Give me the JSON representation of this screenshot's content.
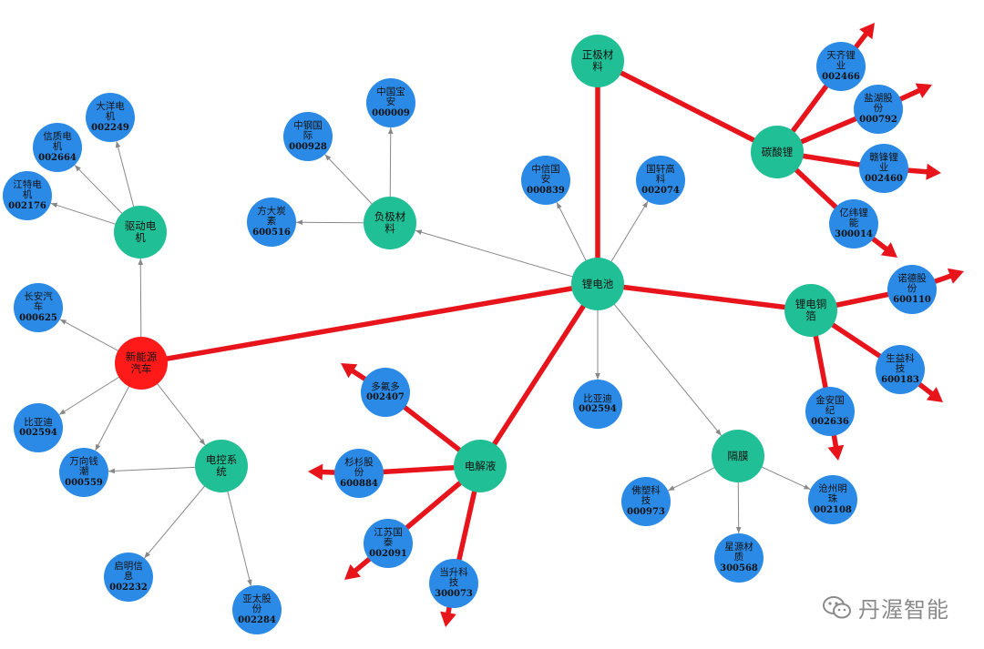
{
  "colors": {
    "root": "#ff1a1a",
    "category": "#20bf95",
    "company": "#2b8ae6",
    "strong_edge": "#e8141b",
    "weak_edge": "#888888"
  },
  "nodes": [
    {
      "id": "ev",
      "kind": "root",
      "lines": [
        "新能源",
        "汽车"
      ]
    },
    {
      "id": "drive",
      "kind": "category",
      "lines": [
        "驱动电",
        "机"
      ]
    },
    {
      "id": "ecu",
      "kind": "category",
      "lines": [
        "电控系",
        "统"
      ]
    },
    {
      "id": "libat",
      "kind": "category",
      "lines": [
        "锂电池"
      ]
    },
    {
      "id": "anode",
      "kind": "category",
      "lines": [
        "负极材",
        "料"
      ]
    },
    {
      "id": "cathode",
      "kind": "category",
      "lines": [
        "正极材",
        "料"
      ]
    },
    {
      "id": "li2co3",
      "kind": "category",
      "lines": [
        "碳酸锂"
      ]
    },
    {
      "id": "cufoil",
      "kind": "category",
      "lines": [
        "锂电铜",
        "箔"
      ]
    },
    {
      "id": "electrolyte",
      "kind": "category",
      "lines": [
        "电解液"
      ]
    },
    {
      "id": "separator",
      "kind": "category",
      "lines": [
        "隔膜"
      ]
    },
    {
      "id": "dayang",
      "kind": "company",
      "lines": [
        "大洋电",
        "机"
      ],
      "code": "002249"
    },
    {
      "id": "xinzhi",
      "kind": "company",
      "lines": [
        "信质电",
        "机"
      ],
      "code": "002664"
    },
    {
      "id": "jiangte",
      "kind": "company",
      "lines": [
        "江特电",
        "机"
      ],
      "code": "002176"
    },
    {
      "id": "changan",
      "kind": "company",
      "lines": [
        "长安汽",
        "车"
      ],
      "code": "000625"
    },
    {
      "id": "byd1",
      "kind": "company",
      "lines": [
        "比亚迪"
      ],
      "code": "002594"
    },
    {
      "id": "wanxiang",
      "kind": "company",
      "lines": [
        "万向钱",
        "潮"
      ],
      "code": "000559"
    },
    {
      "id": "qiming",
      "kind": "company",
      "lines": [
        "启明信",
        "息"
      ],
      "code": "002232"
    },
    {
      "id": "yatai",
      "kind": "company",
      "lines": [
        "亚太股",
        "份"
      ],
      "code": "002284"
    },
    {
      "id": "zhonggang",
      "kind": "company",
      "lines": [
        "中钢国",
        "际"
      ],
      "code": "000928"
    },
    {
      "id": "zhongbaoan",
      "kind": "company",
      "lines": [
        "中国宝",
        "安"
      ],
      "code": "000009"
    },
    {
      "id": "fangda",
      "kind": "company",
      "lines": [
        "方大炭",
        "素"
      ],
      "code": "600516"
    },
    {
      "id": "citic",
      "kind": "company",
      "lines": [
        "中信国",
        "安"
      ],
      "code": "000839"
    },
    {
      "id": "guoxuan",
      "kind": "company",
      "lines": [
        "国轩高",
        "科"
      ],
      "code": "002074"
    },
    {
      "id": "byd2",
      "kind": "company",
      "lines": [
        "比亚迪"
      ],
      "code": "002594"
    },
    {
      "id": "tianqi",
      "kind": "company",
      "lines": [
        "天齐锂",
        "业"
      ],
      "code": "002466"
    },
    {
      "id": "yanhu",
      "kind": "company",
      "lines": [
        "盐湖股",
        "份"
      ],
      "code": "000792"
    },
    {
      "id": "ganfeng",
      "kind": "company",
      "lines": [
        "赣锋锂",
        "业"
      ],
      "code": "002460"
    },
    {
      "id": "yiwei",
      "kind": "company",
      "lines": [
        "亿纬锂",
        "能"
      ],
      "code": "300014"
    },
    {
      "id": "nuode",
      "kind": "company",
      "lines": [
        "诺德股",
        "份"
      ],
      "code": "600110"
    },
    {
      "id": "shengyi",
      "kind": "company",
      "lines": [
        "生益科",
        "技"
      ],
      "code": "600183"
    },
    {
      "id": "jinan",
      "kind": "company",
      "lines": [
        "金安国",
        "纪"
      ],
      "code": "002636"
    },
    {
      "id": "duofuduo",
      "kind": "company",
      "lines": [
        "多氟多"
      ],
      "code": "002407"
    },
    {
      "id": "shanshan",
      "kind": "company",
      "lines": [
        "杉杉股",
        "份"
      ],
      "code": "600884"
    },
    {
      "id": "jiangsuguotai",
      "kind": "company",
      "lines": [
        "江苏国",
        "泰"
      ],
      "code": "002091"
    },
    {
      "id": "dangsheng",
      "kind": "company",
      "lines": [
        "当升科",
        "技"
      ],
      "code": "300073"
    },
    {
      "id": "foshan",
      "kind": "company",
      "lines": [
        "佛塑科",
        "技"
      ],
      "code": "000973"
    },
    {
      "id": "xingyuan",
      "kind": "company",
      "lines": [
        "星源材",
        "质"
      ],
      "code": "300568"
    },
    {
      "id": "cangzhou",
      "kind": "company",
      "lines": [
        "沧州明",
        "珠"
      ],
      "code": "002108"
    }
  ],
  "edges": [
    {
      "from": "ev",
      "to": "libat",
      "strength": "strong"
    },
    {
      "from": "ev",
      "to": "drive",
      "strength": "weak"
    },
    {
      "from": "ev",
      "to": "changan",
      "strength": "weak"
    },
    {
      "from": "ev",
      "to": "byd1",
      "strength": "weak"
    },
    {
      "from": "ev",
      "to": "wanxiang",
      "strength": "weak"
    },
    {
      "from": "ev",
      "to": "ecu",
      "strength": "weak"
    },
    {
      "from": "drive",
      "to": "dayang",
      "strength": "weak"
    },
    {
      "from": "drive",
      "to": "xinzhi",
      "strength": "weak"
    },
    {
      "from": "drive",
      "to": "jiangte",
      "strength": "weak"
    },
    {
      "from": "ecu",
      "to": "wanxiang",
      "strength": "weak"
    },
    {
      "from": "ecu",
      "to": "qiming",
      "strength": "weak"
    },
    {
      "from": "ecu",
      "to": "yatai",
      "strength": "weak"
    },
    {
      "from": "libat",
      "to": "anode",
      "strength": "weak"
    },
    {
      "from": "anode",
      "to": "zhonggang",
      "strength": "weak"
    },
    {
      "from": "anode",
      "to": "zhongbaoan",
      "strength": "weak"
    },
    {
      "from": "anode",
      "to": "fangda",
      "strength": "weak"
    },
    {
      "from": "libat",
      "to": "citic",
      "strength": "weak"
    },
    {
      "from": "libat",
      "to": "guoxuan",
      "strength": "weak"
    },
    {
      "from": "libat",
      "to": "byd2",
      "strength": "weak"
    },
    {
      "from": "libat",
      "to": "separator",
      "strength": "weak"
    },
    {
      "from": "separator",
      "to": "foshan",
      "strength": "weak"
    },
    {
      "from": "separator",
      "to": "xingyuan",
      "strength": "weak"
    },
    {
      "from": "separator",
      "to": "cangzhou",
      "strength": "weak"
    },
    {
      "from": "libat",
      "to": "cathode",
      "strength": "strong"
    },
    {
      "from": "cathode",
      "to": "li2co3",
      "strength": "strong"
    },
    {
      "from": "libat",
      "to": "cufoil",
      "strength": "strong"
    },
    {
      "from": "libat",
      "to": "electrolyte",
      "strength": "strong"
    },
    {
      "from": "li2co3",
      "to": "tianqi",
      "strength": "strong",
      "arrow_out": true
    },
    {
      "from": "li2co3",
      "to": "yanhu",
      "strength": "strong",
      "arrow_out": true
    },
    {
      "from": "li2co3",
      "to": "ganfeng",
      "strength": "strong",
      "arrow_out": true
    },
    {
      "from": "li2co3",
      "to": "yiwei",
      "strength": "strong",
      "arrow_out": true
    },
    {
      "from": "cufoil",
      "to": "nuode",
      "strength": "strong",
      "arrow_out": true
    },
    {
      "from": "cufoil",
      "to": "shengyi",
      "strength": "strong",
      "arrow_out": true
    },
    {
      "from": "cufoil",
      "to": "jinan",
      "strength": "strong",
      "arrow_out": true
    },
    {
      "from": "electrolyte",
      "to": "duofuduo",
      "strength": "strong",
      "arrow_out": true
    },
    {
      "from": "electrolyte",
      "to": "shanshan",
      "strength": "strong",
      "arrow_out": true
    },
    {
      "from": "electrolyte",
      "to": "jiangsuguotai",
      "strength": "strong",
      "arrow_out": true
    },
    {
      "from": "electrolyte",
      "to": "dangsheng",
      "strength": "strong",
      "arrow_out": true
    }
  ],
  "watermark": {
    "text": "丹渥智能",
    "icon": "wechat-icon"
  }
}
